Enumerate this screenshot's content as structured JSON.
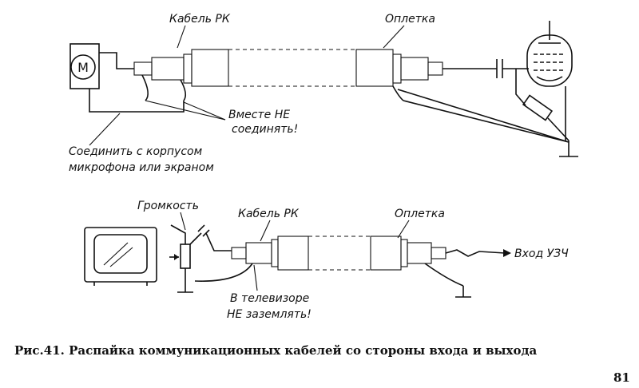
{
  "diagram_top": {
    "label_cable": "Кабель РК",
    "label_braid": "Оплетка",
    "label_dont_connect_1": "Вместе НЕ",
    "label_dont_connect_2": "соединять!",
    "label_ground_1": "Соединить с корпусом",
    "label_ground_2": "микрофона или экраном",
    "mic_symbol": "M"
  },
  "diagram_bottom": {
    "label_volume": "Громкость",
    "label_cable": "Кабель РК",
    "label_braid": "Оплетка",
    "label_tv_1": "В телевизоре",
    "label_tv_2": "НЕ заземлять!",
    "label_input": "Вход УЗЧ"
  },
  "caption": "Рис.41. Распайка коммуникационных кабелей со стороны входа и выхода",
  "page_number": "81"
}
